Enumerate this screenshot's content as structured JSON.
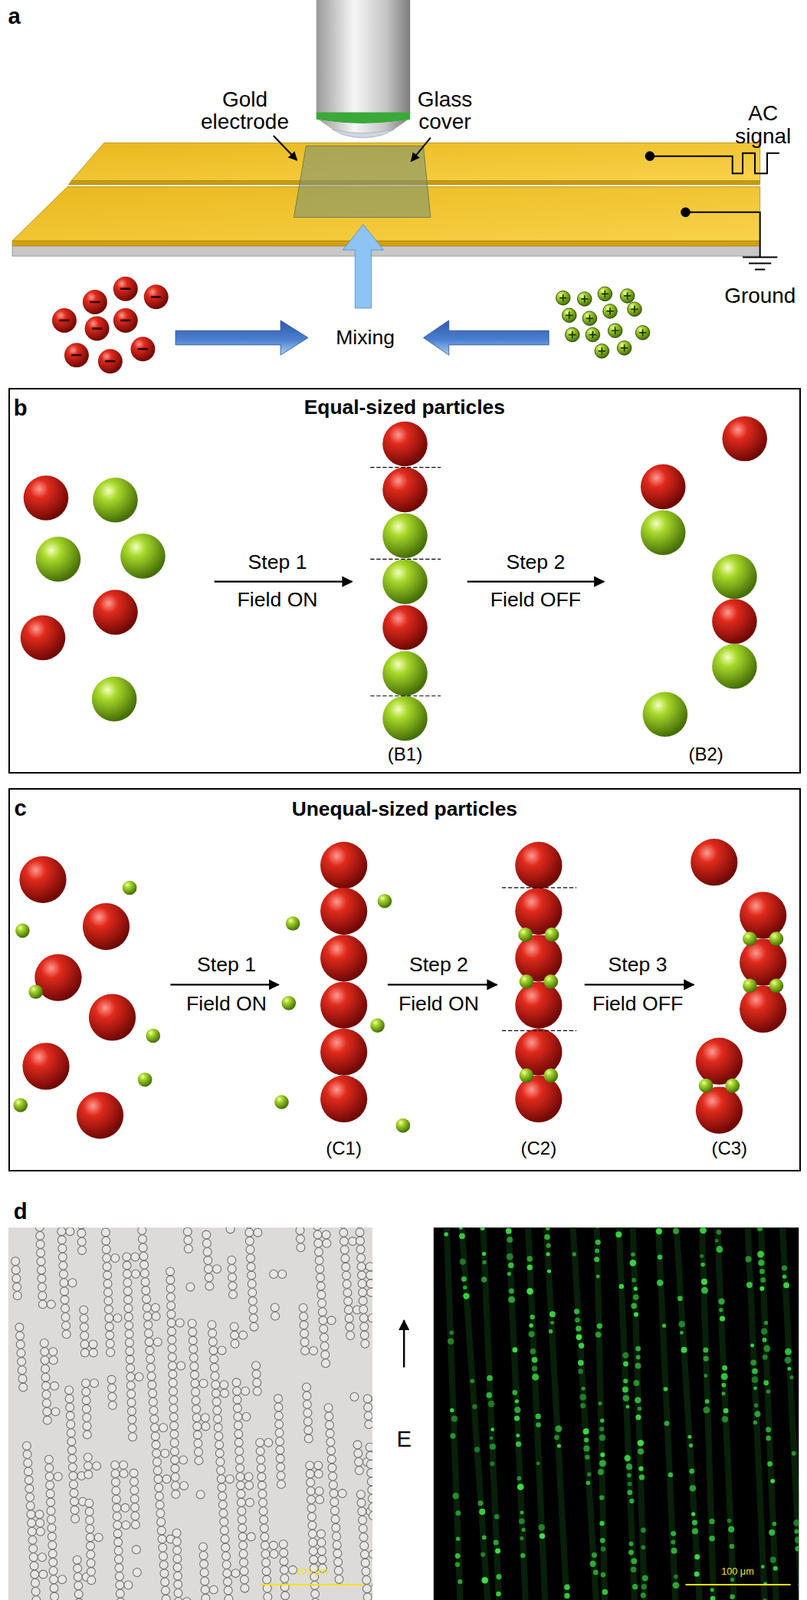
{
  "diagram": {
    "nodes": [
      {
        "text": [
          "Equal-sized particles"
        ]
      },
      {
        "text": [
          "Unequal-sized particles"
        ]
      }
    ],
    "edges": [],
    "labels": [
      "a",
      "Gold electrode",
      "Glass cover",
      "AC signal",
      "Ground",
      "Mixing",
      "b",
      "Step 1",
      "Field ON",
      "Step 2",
      "Field OFF",
      "(B1)",
      "(B2)",
      "c",
      "Step 1",
      "Field ON",
      "Step 2",
      "Field ON",
      "Step 3",
      "Field OFF",
      "(C1)",
      "(C2)",
      "(C3)",
      "d",
      "E",
      "100 μm",
      "100 μm"
    ]
  }
}
